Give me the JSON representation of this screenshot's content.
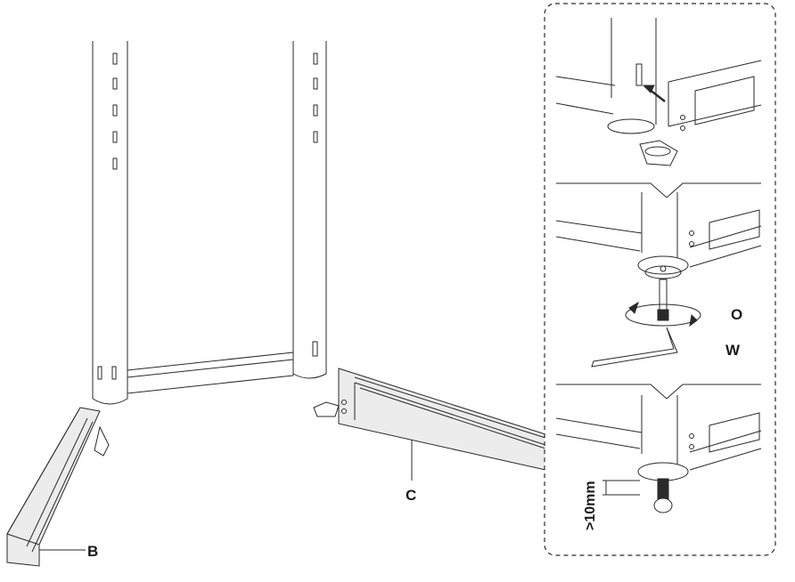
{
  "labels": {
    "b": "B",
    "c": "C",
    "o": "O",
    "w": "W",
    "dimension": ">10mm"
  },
  "colors": {
    "line": "#2a2a2a",
    "panel": "#f2f2f2",
    "rail_fill": "#e9e9e9",
    "background": "#ffffff"
  }
}
